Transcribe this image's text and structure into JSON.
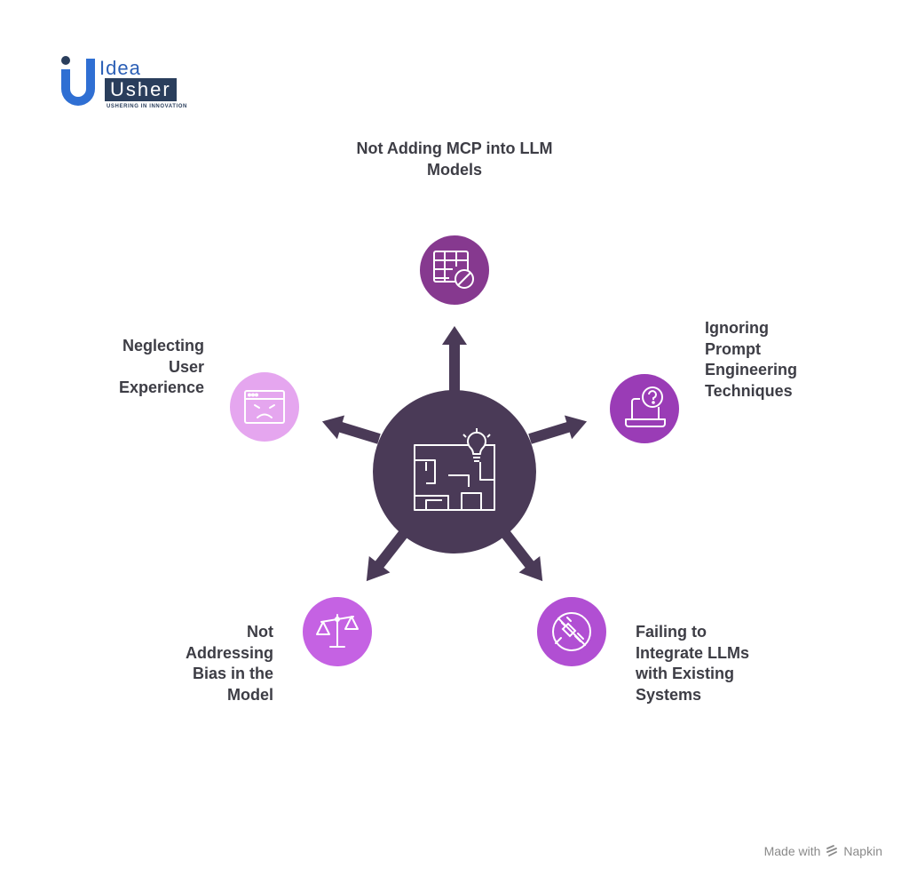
{
  "logo": {
    "word_top": "Idea",
    "word_bottom": "Usher",
    "tagline": "USHERING IN INNOVATION"
  },
  "center": {
    "icon": "maze-lightbulb-icon",
    "color": "#4a3a57"
  },
  "nodes": [
    {
      "key": "mcp",
      "label": "Not Adding MCP into LLM Models",
      "icon": "table-blocked-icon",
      "color": "#86398f"
    },
    {
      "key": "prompt",
      "label": "Ignoring Prompt Engineering Techniques",
      "icon": "laptop-question-icon",
      "color": "#9a3cb6"
    },
    {
      "key": "integrate",
      "label": "Failing to Integrate LLMs with Existing Systems",
      "icon": "unplugged-icon",
      "color": "#b14fd3"
    },
    {
      "key": "bias",
      "label": "Not Addressing Bias in the Model",
      "icon": "balance-scale-icon",
      "color": "#c562e3"
    },
    {
      "key": "ux",
      "label": "Neglecting User Experience",
      "icon": "angry-window-icon",
      "color": "#e5a6ef"
    }
  ],
  "footer": {
    "made_with": "Made with",
    "brand": "Napkin"
  }
}
